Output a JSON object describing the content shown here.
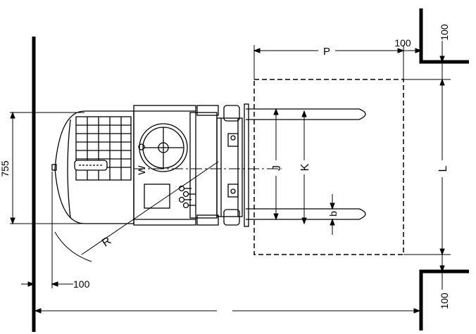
{
  "labels": {
    "p": "P",
    "gap_top": "100",
    "wall_gap_right_top": "100",
    "wall_gap_right_bottom": "100",
    "width_755": "755",
    "r": "R",
    "w": "W",
    "j": "J",
    "k": "K",
    "l": "L",
    "b": "b",
    "left_gap": "100"
  },
  "colors": {
    "ink": "#000000",
    "paper": "#ffffff"
  }
}
